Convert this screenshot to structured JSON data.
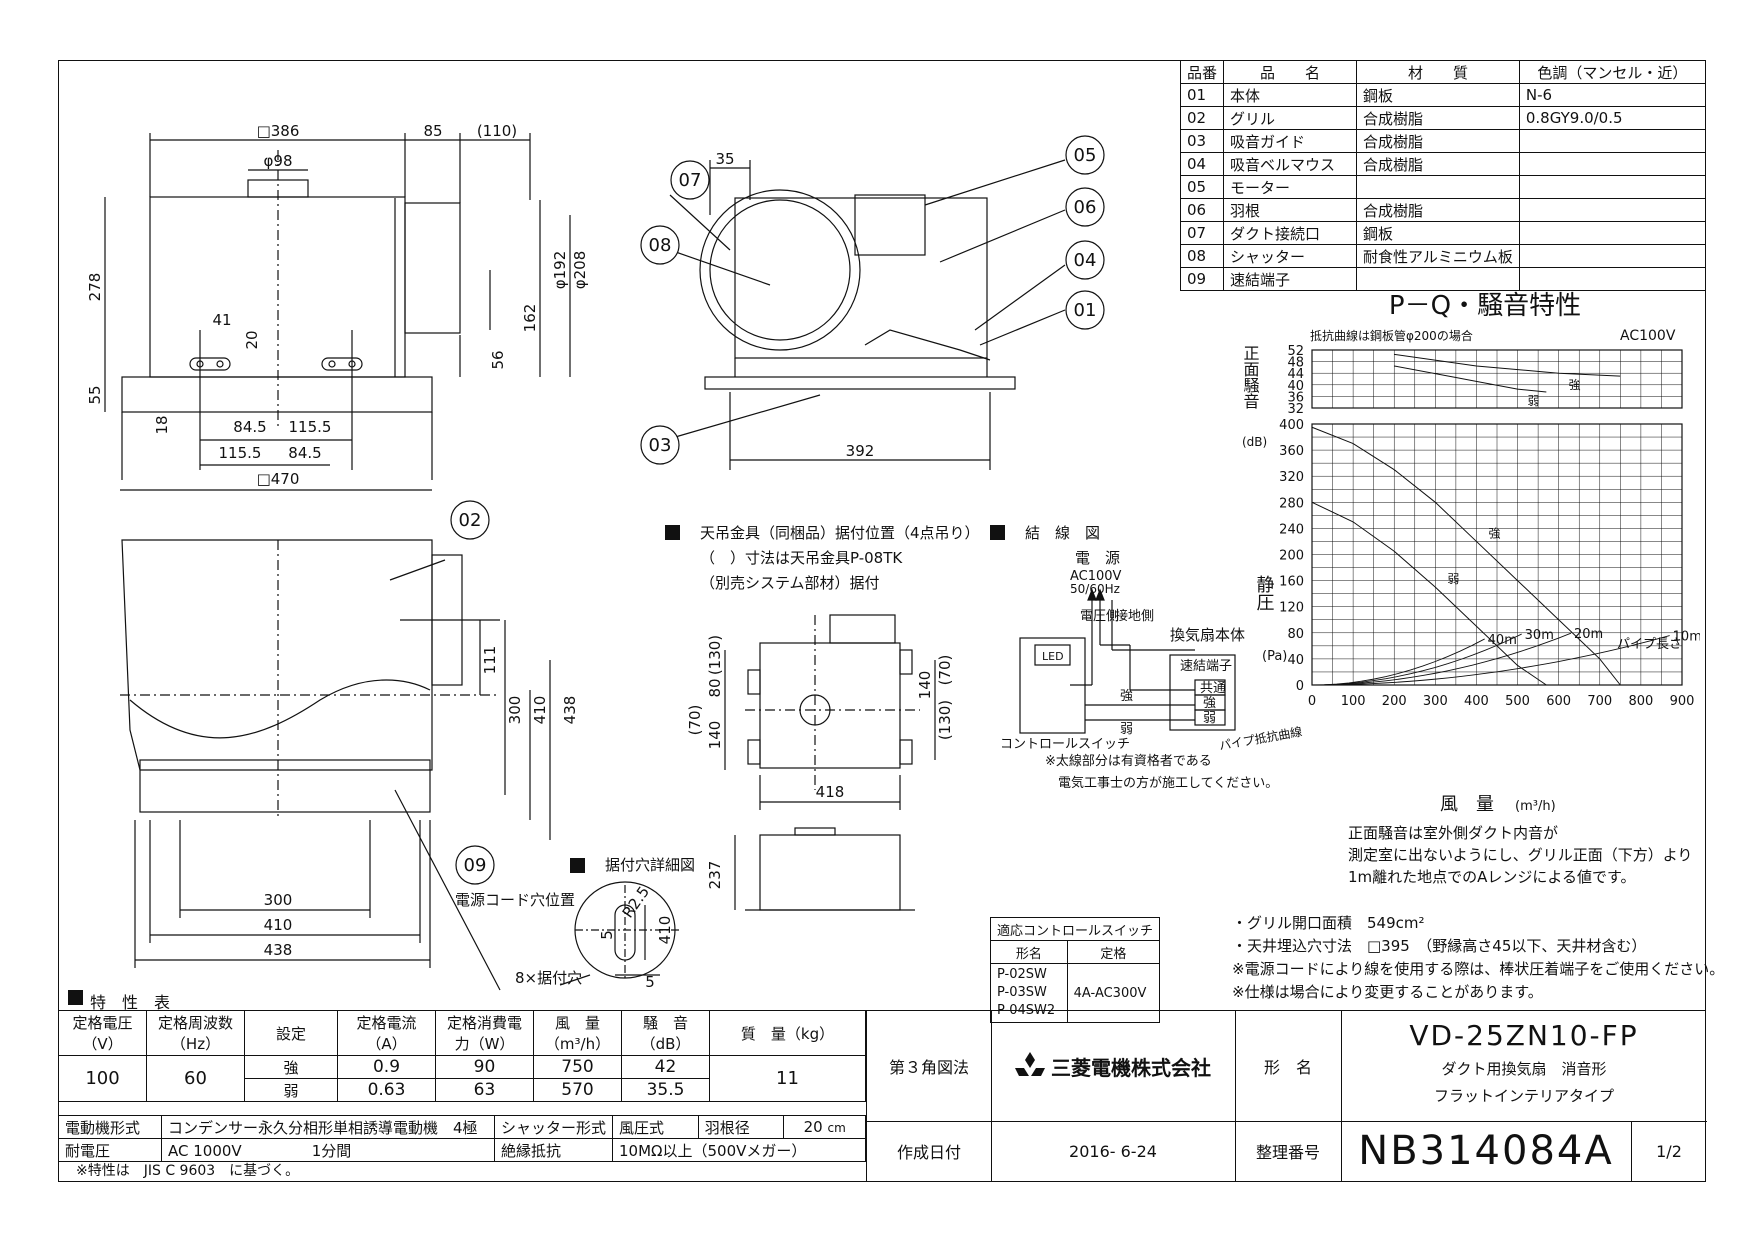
{
  "parts_table": {
    "headers": [
      "品番",
      "品　　名",
      "材　　質",
      "色調（マンセル・近）"
    ],
    "rows": [
      [
        "01",
        "本体",
        "鋼板",
        "N-6"
      ],
      [
        "02",
        "グリル",
        "合成樹脂",
        "0.8GY9.0/0.5"
      ],
      [
        "03",
        "吸音ガイド",
        "合成樹脂",
        ""
      ],
      [
        "04",
        "吸音ベルマウス",
        "合成樹脂",
        ""
      ],
      [
        "05",
        "モーター",
        "",
        ""
      ],
      [
        "06",
        "羽根",
        "合成樹脂",
        ""
      ],
      [
        "07",
        "ダクト接続口",
        "鋼板",
        ""
      ],
      [
        "08",
        "シャッター",
        "耐食性アルミニウム板",
        ""
      ],
      [
        "09",
        "速結端子",
        "",
        ""
      ]
    ]
  },
  "dims": {
    "top_width": "□386",
    "top_85": "85",
    "top_110": "(110)",
    "phi98": "φ98",
    "h278": "278",
    "h55": "55",
    "d41": "41",
    "d20": "20",
    "d18": "18",
    "d845a": "84.5",
    "d1155a": "115.5",
    "d1155b": "115.5",
    "d845b": "84.5",
    "w470": "□470",
    "h162": "162",
    "h56": "56",
    "phi192": "φ192",
    "phi208": "φ208",
    "s35": "35",
    "s392": "392",
    "b111": "111",
    "b300v": "300",
    "b410v": "410",
    "b438v": "438",
    "b300h": "300",
    "b410h": "410",
    "b438h": "438",
    "m418": "418",
    "m237": "237",
    "m140a": "140",
    "m140b": "140",
    "m80": "80",
    "m70a": "(70)",
    "m130a": "(130)",
    "m130b": "(130)",
    "m70b": "(70)",
    "hole_r": "R2.5",
    "hole_410": "410",
    "hole_5": "5",
    "hole_d": "5"
  },
  "callouts": [
    "01",
    "02",
    "03",
    "04",
    "05",
    "06",
    "07",
    "08",
    "09"
  ],
  "labels": {
    "power_cord": "電源コード穴位置",
    "mount_hole": "8×据付穴",
    "hanger_title": "天吊金具（同梱品）据付位置（4点吊り）",
    "hanger_note1": "（　）寸法は天吊金具P-08TK",
    "hanger_note2": "（別売システム部材）据付",
    "hole_detail": "据付穴詳細図",
    "wiring_title": "結　線　図",
    "power": "電　源",
    "ac": "AC100V",
    "hz": "50/60Hz",
    "live": "電圧側",
    "ground": "接地側",
    "fan_body": "換気扇本体",
    "terminal": "速結端子",
    "common": "共通",
    "strong": "強",
    "weak": "弱",
    "strong2": "強",
    "weak2": "弱",
    "led": "LED",
    "ctrl_switch": "コントロールスイッチ",
    "wiring_note1": "※太線部分は有資格者である",
    "wiring_note2": "電気工事士の方が施工してください。"
  },
  "switch_table": {
    "title": "適応コントロールスイッチ",
    "h_model": "形名",
    "h_rating": "定格",
    "models": [
      "P-02SW",
      "P-03SW",
      "P-04SW2"
    ],
    "rating": "4A-AC300V"
  },
  "chart_data": {
    "type": "line",
    "title": "P－Q・騒音特性",
    "noise": {
      "note": "抵抗曲線は鋼板管φ200の場合",
      "supply": "AC100V",
      "ylabel": "正面騒音",
      "yunit": "(dB)",
      "ylim": [
        32,
        52
      ],
      "yticks": [
        "52",
        "48",
        "44",
        "40",
        "36",
        "32"
      ],
      "series": [
        {
          "name": "強",
          "x": [
            200,
            400,
            600,
            750
          ],
          "y": [
            50.5,
            46.5,
            44,
            43
          ]
        },
        {
          "name": "弱",
          "x": [
            200,
            350,
            500,
            570
          ],
          "y": [
            46.5,
            42.5,
            38.5,
            37.5
          ]
        }
      ]
    },
    "pq": {
      "ylabel": "静圧",
      "yunit": "(Pa)",
      "xlabel": "風　量",
      "xunit": "(m³/h)",
      "xlim": [
        0,
        900
      ],
      "ylim": [
        0,
        400
      ],
      "xticks": [
        "0",
        "100",
        "200",
        "300",
        "400",
        "500",
        "600",
        "700",
        "800",
        "900"
      ],
      "yticks": [
        "400",
        "360",
        "320",
        "280",
        "240",
        "200",
        "160",
        "120",
        "80",
        "40",
        "0"
      ],
      "series": [
        {
          "name": "強",
          "x": [
            0,
            100,
            200,
            300,
            400,
            500,
            600,
            700,
            750
          ],
          "y": [
            395,
            370,
            330,
            280,
            220,
            160,
            100,
            40,
            0
          ]
        },
        {
          "name": "弱",
          "x": [
            0,
            100,
            200,
            300,
            400,
            500,
            570
          ],
          "y": [
            280,
            250,
            205,
            150,
            90,
            30,
            0
          ]
        }
      ],
      "resistance_label": "パイプ抵抗曲線",
      "pipe_label": "パイプ長さ",
      "pipes": [
        {
          "name": "40m",
          "k": 0.0004
        },
        {
          "name": "30m",
          "k": 0.0003
        },
        {
          "name": "20m",
          "k": 0.0002
        },
        {
          "name": "10m",
          "k": 0.0001
        }
      ]
    }
  },
  "chart_notes": [
    "正面騒音は室外側ダクト内音が",
    "測定室に出ないようにし、グリル正面（下方）より",
    "1m離れた地点でのAレンジによる値です。"
  ],
  "side_notes": [
    "・グリル開口面積　549cm²",
    "・天井埋込穴寸法　□395　（野縁高さ45以下、天井材含む）",
    "※電源コードにより線を使用する際は、棒状圧着端子をご使用ください。",
    "※仕様は場合により変更することがあります。"
  ],
  "spec": {
    "title": "特　性　表",
    "headers": [
      "定格電圧（V）",
      "定格周波数（Hz）",
      "設定",
      "定格電流（A）",
      "定格消費電力（W）",
      "風　量（m³/h）",
      "騒　音（dB）",
      "質　量（kg）"
    ],
    "voltage": "100",
    "freq": "60",
    "mass": "11",
    "rows": [
      [
        "強",
        "0.9",
        "90",
        "750",
        "42"
      ],
      [
        "弱",
        "0.63",
        "63",
        "570",
        "35.5"
      ]
    ],
    "motor_label": "電動機形式",
    "motor": "コンデンサー永久分相形単相誘導電動機　4極",
    "shutter_label": "シャッター形式",
    "shutter": "風圧式",
    "blade_label": "羽根径",
    "blade": "20",
    "blade_unit": "cm",
    "withstand_label": "耐電圧",
    "withstand": "AC 1000V",
    "withstand_time": "1分間",
    "insulation_label": "絶縁抵抗",
    "insulation": "10MΩ以上（500Vメガー）",
    "footnote": "※特性は　JIS C 9603　に基づく。"
  },
  "title_block": {
    "projection": "第３角図法",
    "company": "三菱電機株式会社",
    "model_label": "形　名",
    "model": "VD-25ZN10-FP",
    "desc1": "ダクト用換気扇　消音形",
    "desc2": "フラットインテリアタイプ",
    "date_label": "作成日付",
    "date": "2016- 6-24",
    "number_label": "整理番号",
    "number": "NB314084A",
    "page": "1/2"
  }
}
